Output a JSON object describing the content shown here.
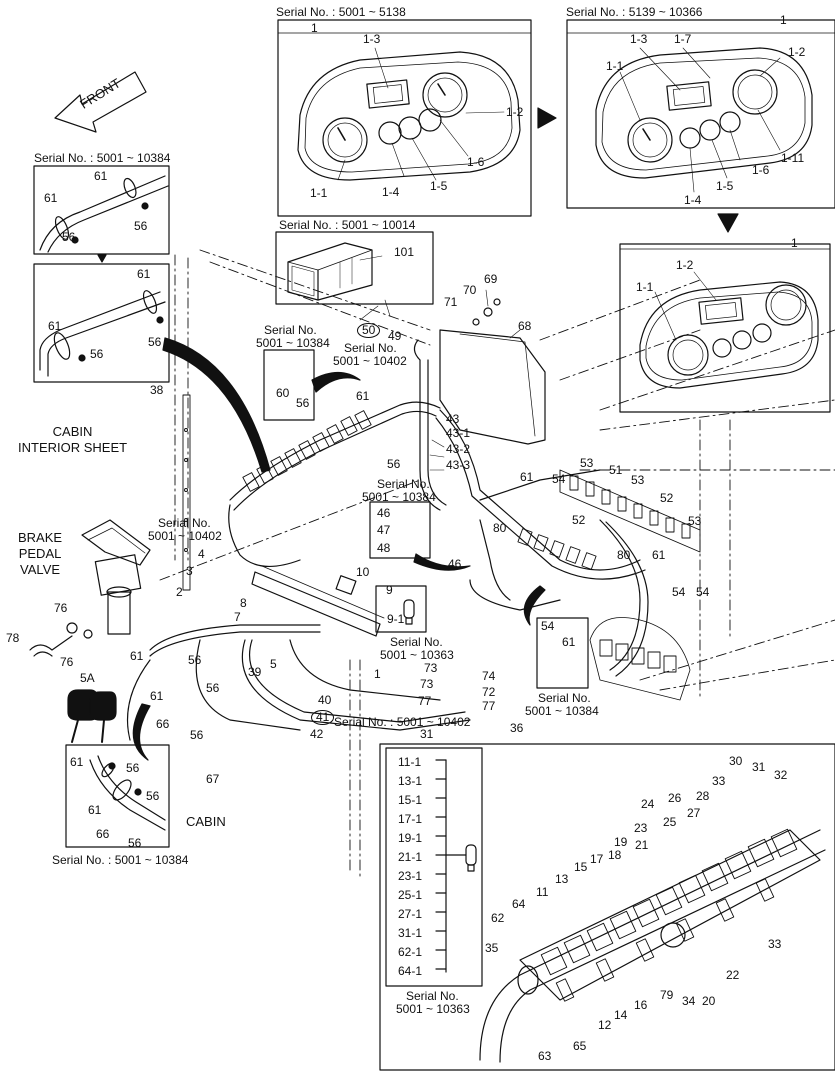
{
  "labels": {
    "front": "FRONT",
    "cabin_interior_sheet": "CABIN\nINTERIOR SHEET",
    "brake_pedal_valve": "BRAKE\nPEDAL\nVALVE",
    "cabin": "CABIN"
  },
  "serials": {
    "s_5001_5138": "Serial No. : 5001 ~ 5138",
    "s_5139_10366": "Serial No. : 5139 ~ 10366",
    "s_left_top": "Serial No.  : 5001 ~ 10384",
    "s_5001_10014": "Serial No.  : 5001 ~ 10014",
    "s_10384_a_1": "Serial No.",
    "s_10384_a_2": "5001 ~ 10384",
    "s_10402_a_1": "Serial No.",
    "s_10402_a_2": "5001 ~ 10402",
    "s_10384_b_1": "Serial No.",
    "s_10384_b_2": "5001 ~ 10384",
    "s_10402_b_1": "Serial No.",
    "s_10402_b_2": "5001 ~ 10402",
    "s_10363_a_1": "Serial No.",
    "s_10363_a_2": "5001 ~ 10363",
    "s_10384_c_1": "Serial No.",
    "s_10384_c_2": "5001 ~ 10384",
    "s_10402_c": "Serial No.  : 5001 ~ 10402",
    "s_10363_b_1": "Serial No.",
    "s_10363_b_2": "5001 ~ 10363",
    "s_left_bottom": "Serial No.  : 5001 ~ 10384"
  },
  "parts": {
    "box1": [
      "1",
      "1-3",
      "1-2",
      "1-1",
      "1-4",
      "1-5",
      "1-6"
    ],
    "box2": [
      "1",
      "1-3",
      "1-7",
      "1-2",
      "1-1",
      "1-11",
      "1-6",
      "1-5",
      "1-4"
    ],
    "box3": [
      "1",
      "1-2",
      "1-1"
    ],
    "left_top_a": [
      "61",
      "61",
      "56",
      "56"
    ],
    "left_top_b": [
      "61",
      "61",
      "56",
      "56"
    ],
    "ecu": [
      "101",
      "50",
      "49"
    ],
    "center": [
      "68",
      "69",
      "70",
      "71",
      "38",
      "60",
      "56",
      "61",
      "43",
      "43-1",
      "43-2",
      "43-3",
      "56",
      "61",
      "53",
      "51",
      "54",
      "53",
      "52",
      "52",
      "53",
      "46",
      "47",
      "48",
      "80",
      "46",
      "80",
      "61",
      "54",
      "54",
      "4",
      "3",
      "2",
      "10",
      "9",
      "9-1",
      "8",
      "7",
      "5",
      "1",
      "76",
      "78",
      "76",
      "5A",
      "61",
      "56",
      "39",
      "61",
      "56",
      "66",
      "56",
      "67",
      "40",
      "41",
      "42",
      "73",
      "73",
      "74",
      "72",
      "77",
      "77",
      "31",
      "36",
      "54",
      "61"
    ],
    "left_bottom": [
      "61",
      "56",
      "56",
      "61",
      "66",
      "56"
    ],
    "list_box": [
      "11-1",
      "13-1",
      "15-1",
      "17-1",
      "19-1",
      "21-1",
      "23-1",
      "25-1",
      "27-1",
      "31-1",
      "62-1",
      "64-1"
    ],
    "switch_detail": [
      "30",
      "31",
      "32",
      "33",
      "28",
      "24",
      "26",
      "27",
      "25",
      "23",
      "19",
      "21",
      "17",
      "18",
      "15",
      "13",
      "11",
      "64",
      "62",
      "35",
      "63",
      "65",
      "12",
      "14",
      "16",
      "79",
      "34",
      "20",
      "22",
      "33"
    ]
  }
}
